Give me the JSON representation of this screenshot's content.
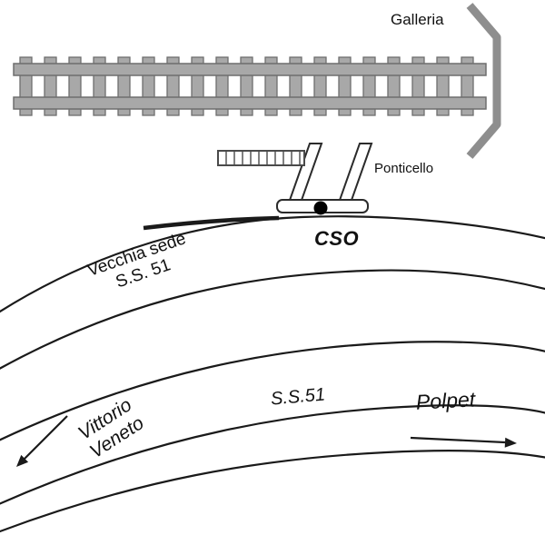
{
  "labels": {
    "galleria": "Galleria",
    "ponticello": "Ponticello",
    "cso": "CSO",
    "vecchia_sede_line1": "Vecchia sede",
    "vecchia_sede_line2": "S.S. 51",
    "ss51": "S.S.51",
    "polpet": "Polpet",
    "vittorio_line1": "Vittorio",
    "vittorio_line2": "Veneto"
  },
  "colors": {
    "background": "#ffffff",
    "road_line": "#1a1a1a",
    "railway_gray": "#a8a8a8",
    "railway_edge": "#6e6e6e",
    "galleria_gray": "#8e8e8e",
    "bridge_outline": "#2b2b2b",
    "bridge_dot": "#000000"
  }
}
